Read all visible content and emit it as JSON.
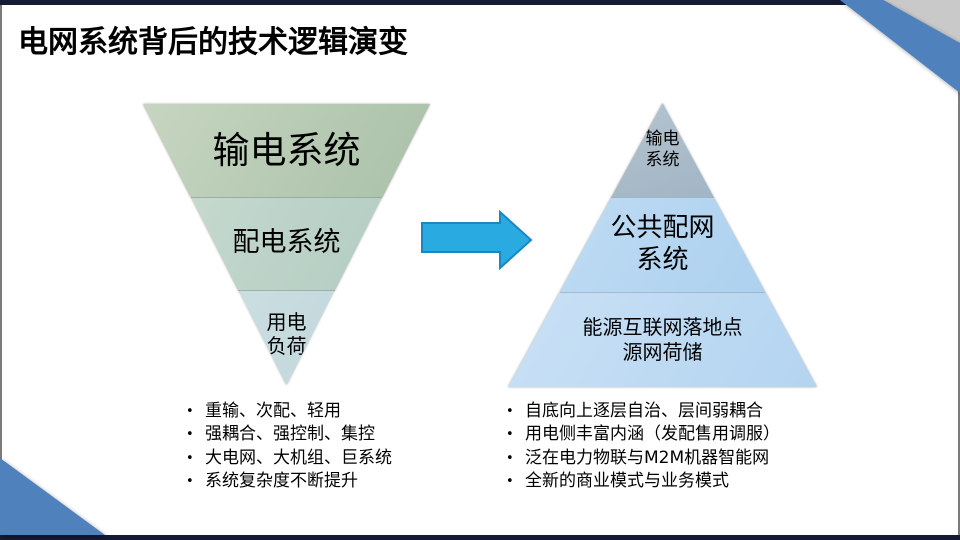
{
  "slide": {
    "title": "电网系统背后的技术逻辑演变",
    "bullet_glyph": "•"
  },
  "left_pyramid": {
    "orientation": "inverted",
    "sections": [
      {
        "label": "输电系统"
      },
      {
        "label": "配电系统"
      },
      {
        "label": "用电\n负荷"
      }
    ]
  },
  "right_pyramid": {
    "orientation": "upright",
    "sections": [
      {
        "label": "输电\n系统"
      },
      {
        "label": "公共配网\n系统"
      },
      {
        "label": "能源互联网落地点\n源网荷储"
      }
    ]
  },
  "arrow": {
    "direction": "right"
  },
  "left_bullets": [
    "重输、次配、轻用",
    "强耦合、强控制、集控",
    "大电网、大机组、巨系统",
    "系统复杂度不断提升"
  ],
  "right_bullets": [
    "自底向上逐层自治、层间弱耦合",
    "用电侧丰富内涵（发配售用调服）",
    "泛在电力物联与M2M机器智能网",
    "全新的商业模式与业务模式"
  ],
  "colors": {
    "bar_navy": "#151b35",
    "corner_blue": "#4f81bd",
    "corner_gray": "#c9c9c9",
    "arrow_fill": "#29abe2",
    "arrow_stroke": "#1887c2",
    "left_pyramid_greens": [
      "#b5c8b1",
      "#b9cfc4",
      "#c4d9dc"
    ],
    "right_pyramid_blues": [
      "#a7b9c6",
      "#b3d4f0",
      "#bedaf2"
    ]
  }
}
